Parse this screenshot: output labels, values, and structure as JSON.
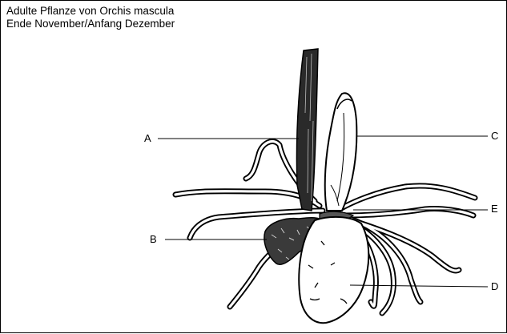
{
  "title": {
    "line1": "Adulte Pflanze von Orchis mascula",
    "line2": "Ende November/Anfang Dezember"
  },
  "labels": {
    "A": "A",
    "B": "B",
    "C": "C",
    "D": "D",
    "E": "E"
  }
}
